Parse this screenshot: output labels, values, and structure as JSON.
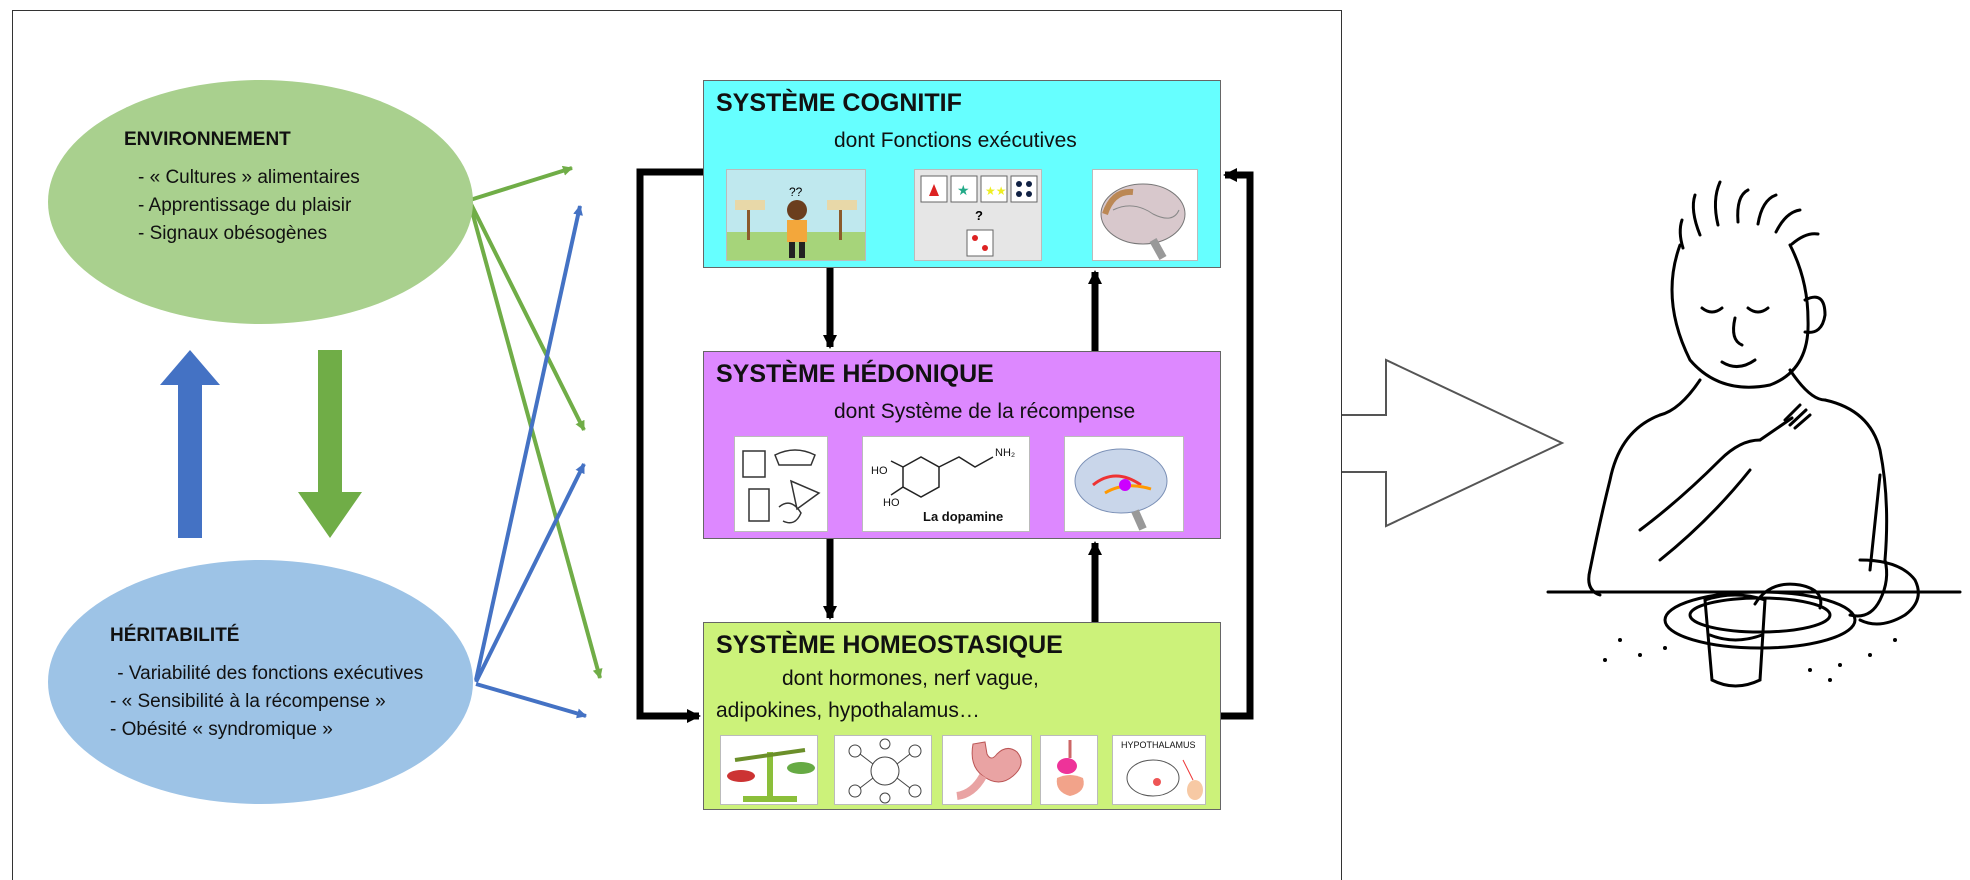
{
  "environment": {
    "title": "ENVIRONNEMENT",
    "items": [
      "- « Cultures » alimentaires",
      "- Apprentissage du plaisir",
      "- Signaux obésogènes"
    ]
  },
  "heritability": {
    "title": "HÉRITABILITÉ",
    "items": [
      " - Variabilité des fonctions exécutives",
      "- « Sensibilité à la récompense »",
      "- Obésité « syndromique »"
    ]
  },
  "cognitive": {
    "title": "SYSTÈME COGNITIF",
    "subtitle": "dont Fonctions exécutives"
  },
  "hedonic": {
    "title": "SYSTÈME HÉDONIQUE",
    "subtitle": "dont Système de la récompense",
    "dopamine_label": "La dopamine",
    "nh2": "NH₂",
    "ho1": "HO",
    "ho2": "HO"
  },
  "homeostatic": {
    "title": "SYSTÈME HOMEOSTASIQUE",
    "subtitle_line1": "dont hormones, nerf vague,",
    "subtitle_line2": "adipokines, hypothalamus…",
    "hypothalamus_label": "HYPOTHALAMUS"
  },
  "colors": {
    "green": "#70ad47",
    "blue": "#4472c4",
    "cyan": "#66ffff",
    "violet": "#dd88ff",
    "lime": "#ccf27a"
  }
}
